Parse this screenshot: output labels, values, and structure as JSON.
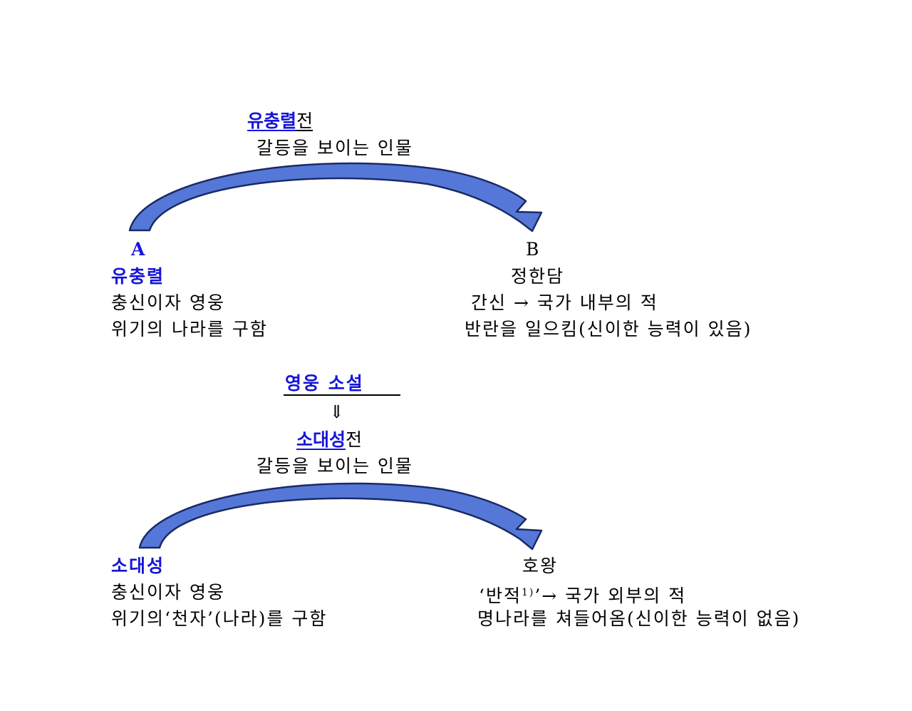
{
  "colors": {
    "accent_blue": "#1515d8",
    "arrow_fill": "#5578d8",
    "arrow_stroke": "#1a2a66"
  },
  "top": {
    "title_highlight": "유충렬",
    "title_suffix": "전",
    "subtitle": "갈등을 보이는 인물",
    "left": {
      "label": "A",
      "name": "유충렬",
      "line1": "충신이자 영웅",
      "line2": "위기의 나라를 구함"
    },
    "right": {
      "label": "B",
      "name": "정한담",
      "line1": "간신 → 국가 내부의 적",
      "line2": "반란을 일으킴(신이한 능력이 있음)"
    }
  },
  "middle": {
    "genre": "영웅 소설",
    "arrow_glyph": "⇓"
  },
  "bottom": {
    "title_highlight": "소대성",
    "title_suffix": "전",
    "subtitle": "갈등을 보이는 인물",
    "left": {
      "name": "소대성",
      "line1": "충신이자 영웅",
      "line2": "위기의‘천자’(나라)를 구함"
    },
    "right": {
      "name": "호왕",
      "line1_main": "‘반적",
      "line1_footnote": "1)",
      "line1_rest": "’→ 국가 외부의 적",
      "line2": "명나라를 쳐들어옴(신이한 능력이 없음)"
    }
  }
}
